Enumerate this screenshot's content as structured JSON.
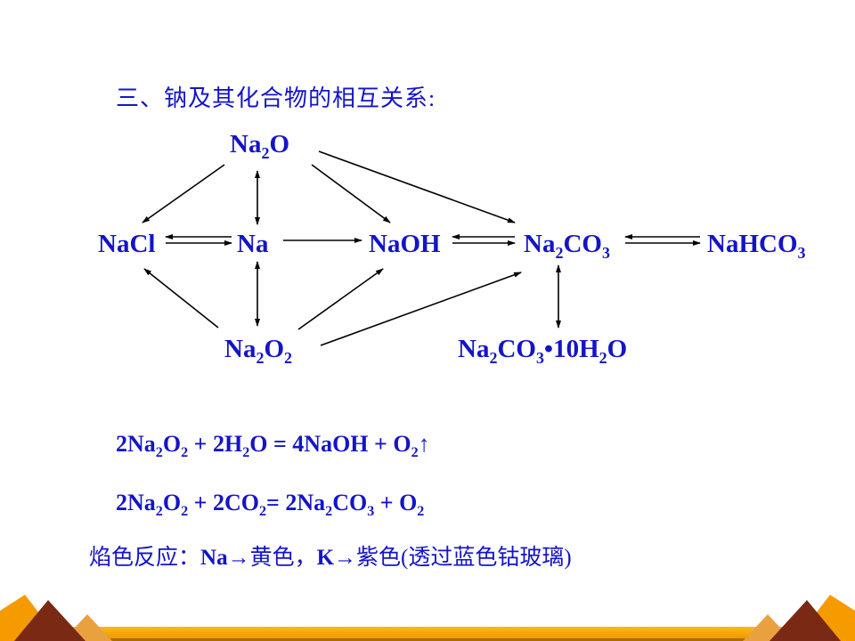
{
  "title": "三、钠及其化合物的相互关系:",
  "nodes": {
    "na2o": "Na2O",
    "nacl": "NaCl",
    "na": "Na",
    "naoh": "NaOH",
    "na2co3": "Na2CO3",
    "nahco3": "NaHCO3",
    "na2o2": "Na2O2",
    "na2co3_10h2o": "Na2CO3•10H2O"
  },
  "equations": [
    "2Na2O2 + 2H2O = 4NaOH + O2↑",
    "2Na2O2 + 2CO2= 2Na2CO3 + O2"
  ],
  "flame": {
    "parts": [
      {
        "text": "焰色反应："
      },
      {
        "text": "Na→"
      },
      {
        "text": "黄色，"
      },
      {
        "text": "K→"
      },
      {
        "text": "紫色(透过蓝色钴玻璃)"
      }
    ]
  },
  "colors": {
    "text_blue": "#1414C8",
    "arrow_black": "#000000",
    "footer_orange": "#F59B00",
    "footer_maroon": "#7A2A14",
    "footer_tan": "#E9A13F"
  }
}
